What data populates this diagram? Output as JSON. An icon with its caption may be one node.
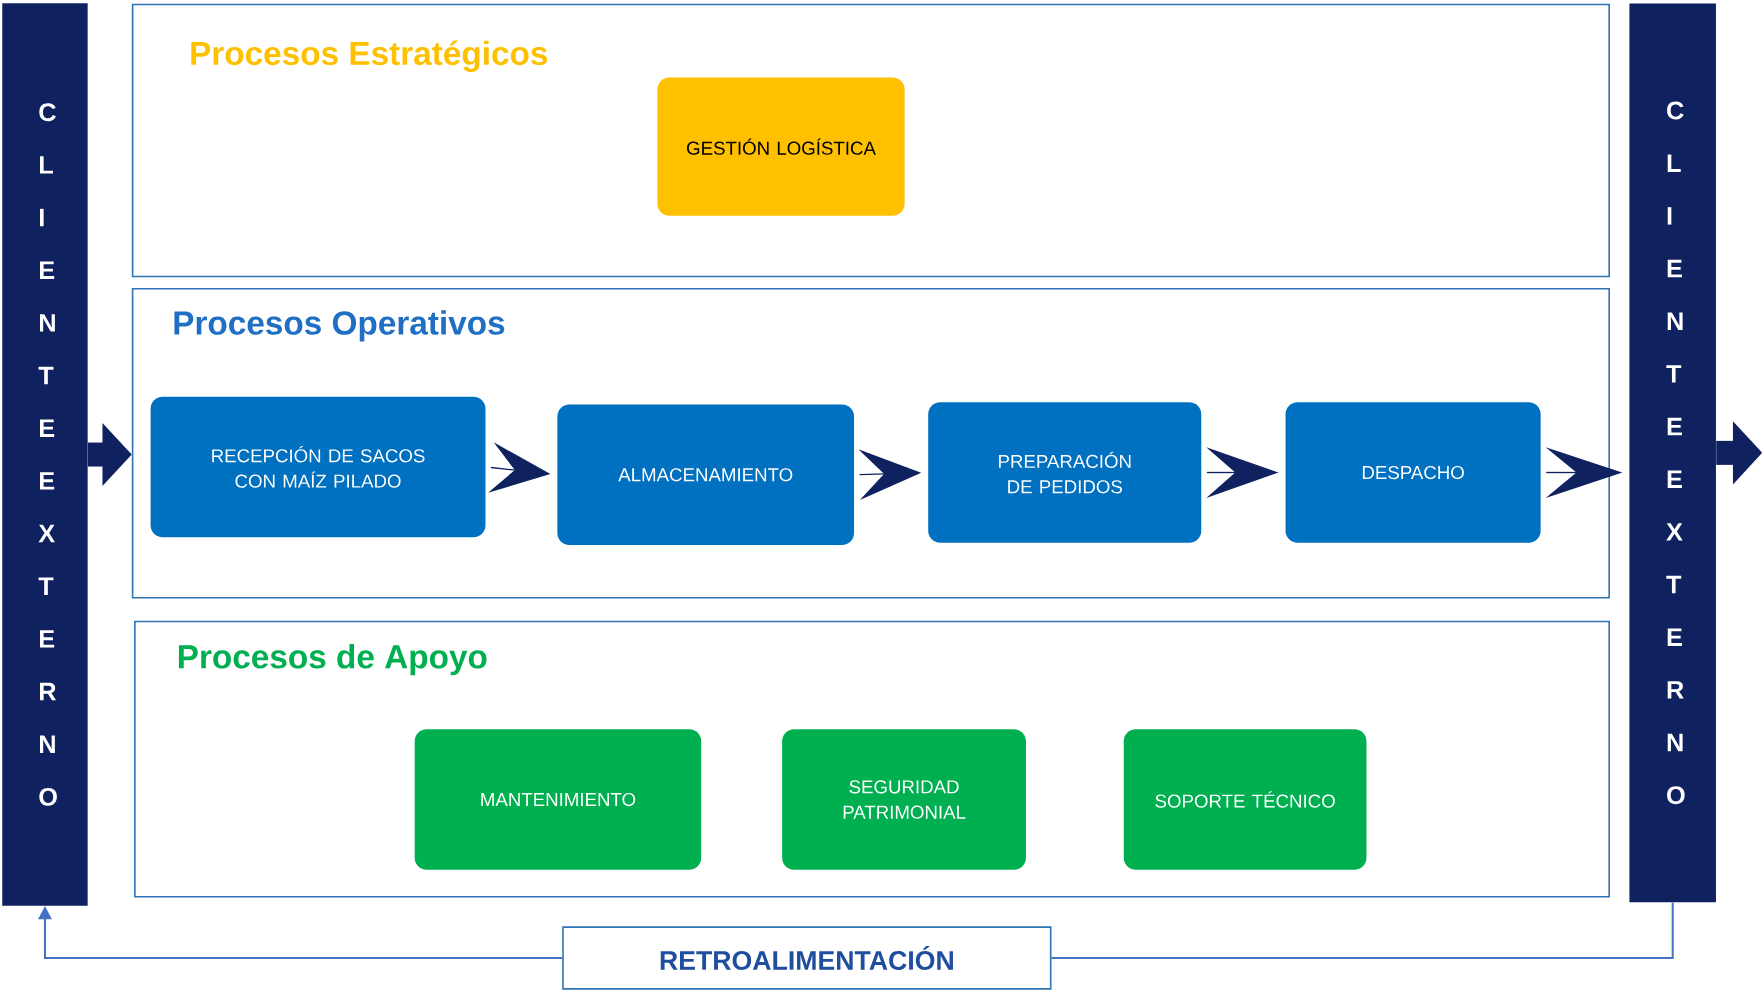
{
  "diagram": {
    "nodes": [
      {
        "text": [
          "CLIENTE EXTERNO"
        ]
      },
      {
        "text": [
          "Procesos Estratégicos"
        ]
      },
      {
        "text": [
          "GESTIÓN LOGÍSTICA"
        ],
        "in": 1
      },
      {
        "text": [
          "Procesos Operativos"
        ]
      },
      {
        "text": [
          "RECEPCIÓN DE SACOS CON MAÍZ PILADO"
        ],
        "in": 3
      },
      {
        "text": [
          "ALMACENAMIENTO"
        ],
        "in": 3
      },
      {
        "text": [
          "PREPARACIÓN DE PEDIDOS"
        ],
        "in": 3
      },
      {
        "text": [
          "DESPACHO"
        ],
        "in": 3
      },
      {
        "text": [
          "Procesos de Apoyo"
        ]
      },
      {
        "text": [
          "MANTENIMIENTO"
        ],
        "in": 8
      },
      {
        "text": [
          "SEGURIDAD PATRIMONIAL"
        ],
        "in": 8
      },
      {
        "text": [
          "SOPORTE TÉCNICO"
        ],
        "in": 8
      },
      {
        "text": [
          "CLIENTE EXTERNO"
        ]
      },
      {
        "text": [
          "RETROALIMENTACIÓN"
        ]
      }
    ],
    "edges": [
      {
        "from": 0,
        "to": 3,
        "arrow": "to",
        "style": "thick"
      },
      {
        "from": 4,
        "to": 5,
        "arrow": "to"
      },
      {
        "from": 5,
        "to": 6,
        "arrow": "to"
      },
      {
        "from": 6,
        "to": 7,
        "arrow": "to"
      },
      {
        "from": 7,
        "to": 12,
        "arrow": "to"
      },
      {
        "from": 12,
        "to": null,
        "arrow": "to",
        "style": "thick"
      },
      {
        "from": 12,
        "to": 13,
        "arrow": "none",
        "color": "#4472c4"
      },
      {
        "from": 13,
        "to": 0,
        "arrow": "to",
        "color": "#4472c4"
      }
    ]
  }
}
